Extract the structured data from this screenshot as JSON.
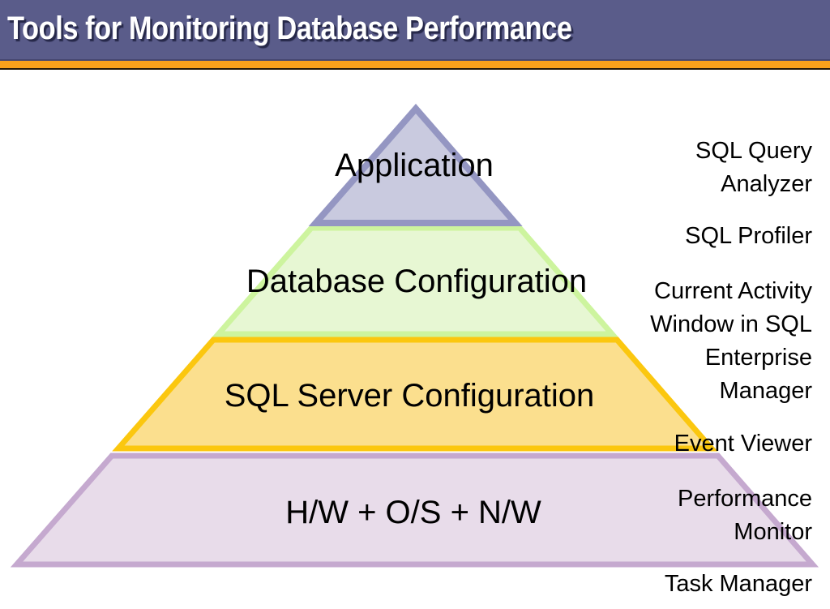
{
  "header": {
    "title": "Tools for Monitoring Database Performance",
    "bar_color": "#5A5C8A",
    "accent_color": "#F9A11B"
  },
  "pyramid": {
    "layers": [
      {
        "id": "application",
        "label": "Application",
        "fill": "#C9CADF",
        "border": "#9496C2"
      },
      {
        "id": "database-configuration",
        "label": "Database Configuration",
        "fill": "#E7F7D3",
        "border": "#CDF49E"
      },
      {
        "id": "sql-server-configuration",
        "label": "SQL Server Configuration",
        "fill": "#FBDF8E",
        "border": "#FBC70F"
      },
      {
        "id": "hw-os-nw",
        "label": "H/W + O/S + N/W",
        "fill": "#E8DCEA",
        "border": "#C5A9CF"
      }
    ]
  },
  "tools": [
    {
      "lines": [
        "SQL Query",
        "Analyzer"
      ]
    },
    {
      "lines": [
        "SQL Profiler"
      ]
    },
    {
      "lines": [
        "Current Activity",
        "Window in SQL",
        "Enterprise",
        "Manager"
      ]
    },
    {
      "lines": [
        "Event Viewer"
      ]
    },
    {
      "lines": [
        "Performance",
        "Monitor"
      ]
    },
    {
      "lines": [
        "Task Manager"
      ]
    }
  ]
}
